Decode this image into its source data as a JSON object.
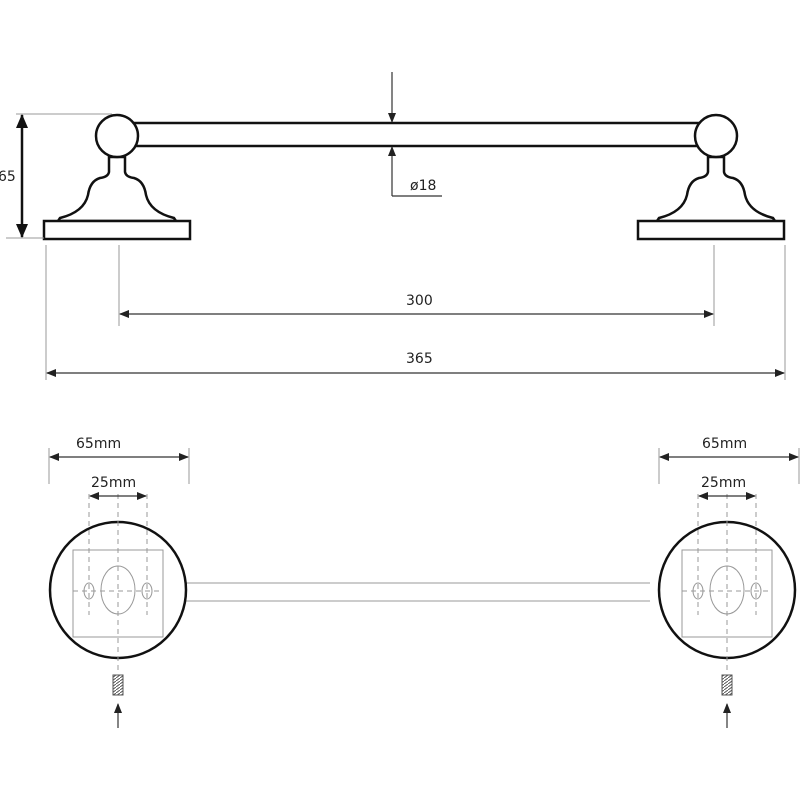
{
  "title": "Towel rail technical drawing",
  "side_view": {
    "height_label": "65",
    "diameter_label": "ø18",
    "centers_label": "300",
    "overall_label": "365"
  },
  "top_view": {
    "left": {
      "base_width_label": "65mm",
      "hole_spacing_label": "25mm"
    },
    "right": {
      "base_width_label": "65mm",
      "hole_spacing_label": "25mm"
    }
  }
}
